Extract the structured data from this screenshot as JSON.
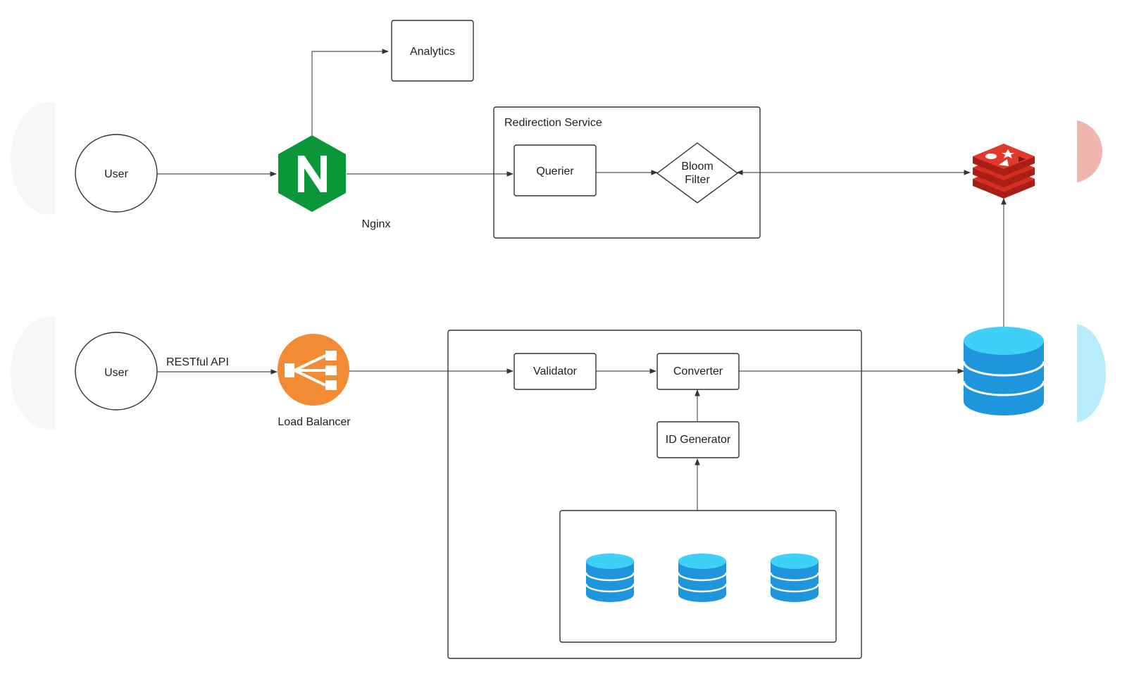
{
  "nodes": {
    "user_top": "User",
    "user_bottom": "User",
    "nginx": "Nginx",
    "analytics": "Analytics",
    "redirection_service": "Redirection Service",
    "querier": "Querier",
    "bloom_filter_line1": "Bloom",
    "bloom_filter_line2": "Filter",
    "load_balancer": "Load Balancer",
    "validator": "Validator",
    "converter": "Converter",
    "id_generator": "ID Generator"
  },
  "edges": {
    "user_to_lb": "RESTful API"
  },
  "icons": {
    "nginx": "nginx-logo-icon",
    "load_balancer": "load-balancer-icon",
    "cache": "redis-icon",
    "database": "database-icon",
    "id_databases": [
      "database-icon",
      "database-icon",
      "database-icon"
    ]
  },
  "colors": {
    "nginx_green": "#0b9639",
    "lb_orange": "#f28b34",
    "redis_red": "#d82c20",
    "db_blue": "#35b4f0"
  }
}
